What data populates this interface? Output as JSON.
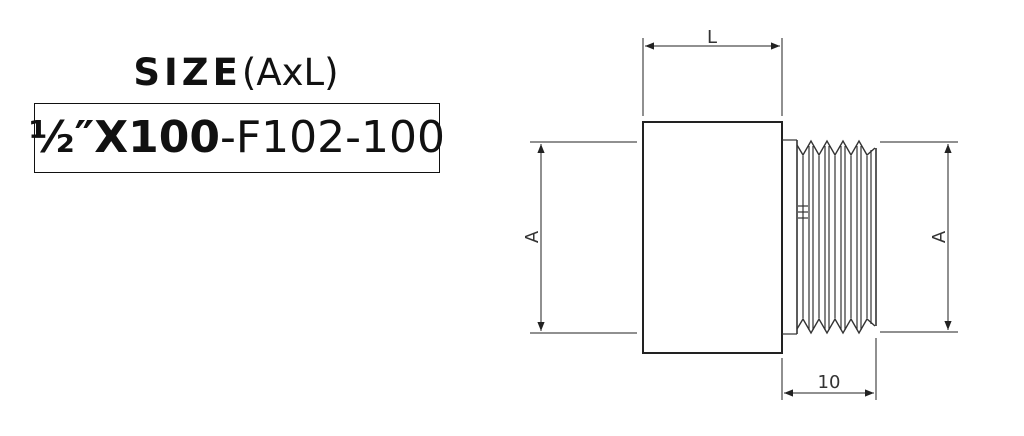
{
  "spec": {
    "title_bold": "SIZE",
    "title_paren": "(AxL)",
    "fraction": "½",
    "inch_mark": "″",
    "size_prefix": "X100",
    "size_suffix": "-F102-100"
  },
  "drawing": {
    "dim_length_label": "L",
    "dim_body_diameter_label": "A",
    "dim_thread_diameter_label": "A",
    "dim_thread_length_label": "10"
  }
}
